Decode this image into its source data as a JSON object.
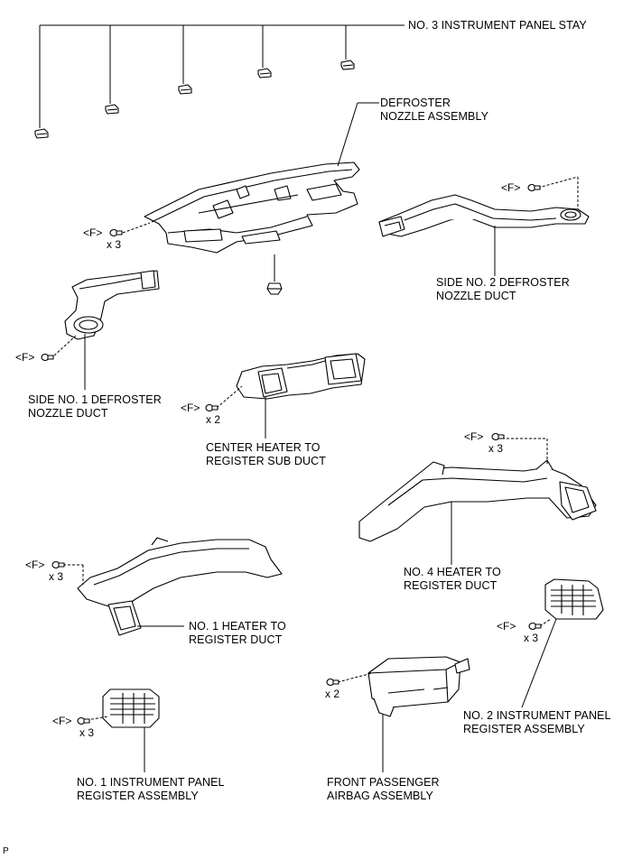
{
  "labels": {
    "stay": "NO. 3 INSTRUMENT PANEL STAY",
    "defroster_l1": "DEFROSTER",
    "defroster_l2": "NOZZLE ASSEMBLY",
    "side2_l1": "SIDE NO. 2 DEFROSTER",
    "side2_l2": "NOZZLE DUCT",
    "side1_l1": "SIDE NO. 1 DEFROSTER",
    "side1_l2": "NOZZLE DUCT",
    "center_l1": "CENTER HEATER TO",
    "center_l2": "REGISTER SUB DUCT",
    "no4_l1": "NO. 4 HEATER TO",
    "no4_l2": "REGISTER DUCT",
    "no1h_l1": "NO. 1 HEATER TO",
    "no1h_l2": "REGISTER DUCT",
    "no2reg_l1": "NO. 2 INSTRUMENT PANEL",
    "no2reg_l2": "REGISTER ASSEMBLY",
    "no1reg_l1": "NO. 1 INSTRUMENT PANEL",
    "no1reg_l2": "REGISTER ASSEMBLY",
    "airbag_l1": "FRONT PASSENGER",
    "airbag_l2": "AIRBAG ASSEMBLY"
  },
  "fastener": {
    "tag": "<F>",
    "x2": "x 2",
    "x3": "x 3"
  },
  "corner_mark": "P"
}
